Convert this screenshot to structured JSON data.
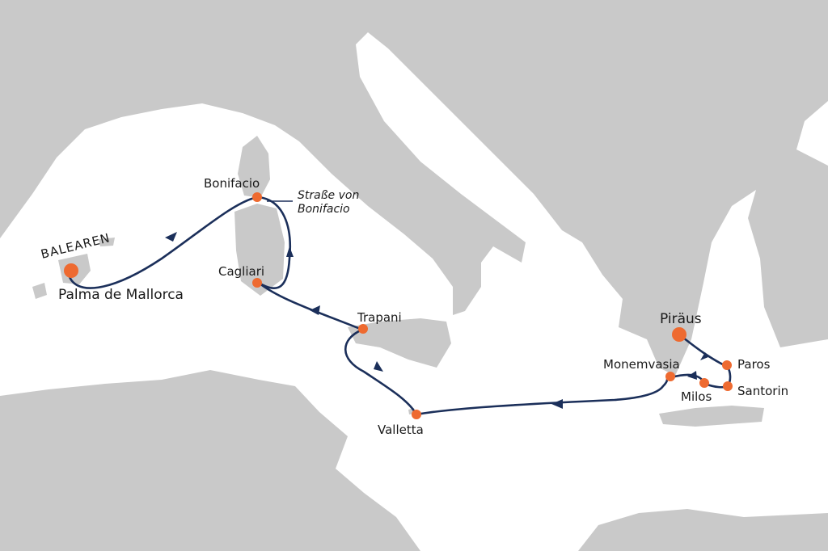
{
  "colors": {
    "land": "#c9c9c9",
    "sea": "#ffffff",
    "route": "#1b2f5a",
    "port": "#ee6a30"
  },
  "region_label": "BALEAREN",
  "strait_label": [
    "Straße von",
    "Bonifacio"
  ],
  "ports": [
    {
      "name": "Palma de Mallorca",
      "major": true
    },
    {
      "name": "Bonifacio",
      "major": false
    },
    {
      "name": "Cagliari",
      "major": false
    },
    {
      "name": "Trapani",
      "major": false
    },
    {
      "name": "Valletta",
      "major": false
    },
    {
      "name": "Monemvasia",
      "major": false
    },
    {
      "name": "Milos",
      "major": false
    },
    {
      "name": "Santorin",
      "major": false
    },
    {
      "name": "Paros",
      "major": false
    },
    {
      "name": "Piräus",
      "major": true
    }
  ]
}
